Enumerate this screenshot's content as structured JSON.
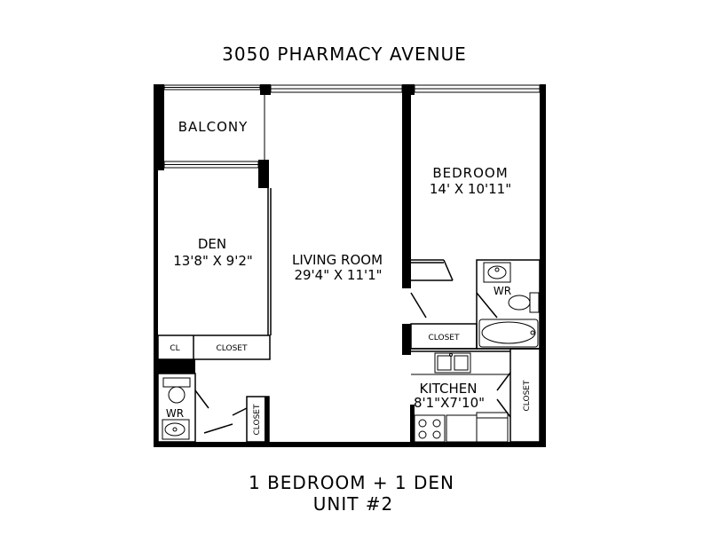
{
  "title": "3050 PHARMACY AVENUE",
  "footer": {
    "line1": "1 BEDROOM + 1 DEN",
    "line2": "UNIT #2"
  },
  "rooms": {
    "balcony": {
      "name": "BALCONY"
    },
    "den": {
      "name": "DEN",
      "size": "13'8\" X 9'2\""
    },
    "living": {
      "name": "LIVING ROOM",
      "size": "29'4\" X 11'1\""
    },
    "bedroom": {
      "name": "BEDROOM",
      "size": "14' X 10'11\""
    },
    "kitchen": {
      "name": "KITCHEN",
      "size": "8'1\"X7'10\""
    },
    "wr_main": {
      "name": "WR"
    },
    "wr_ensuite": {
      "name": "WR"
    },
    "cl": {
      "name": "CL"
    },
    "closet_den": {
      "name": "CLOSET"
    },
    "closet_bath": {
      "name": "CLOSET"
    },
    "closet_entry": {
      "name": "CLOSET"
    },
    "closet_kitchen": {
      "name": "CLOSET"
    }
  }
}
